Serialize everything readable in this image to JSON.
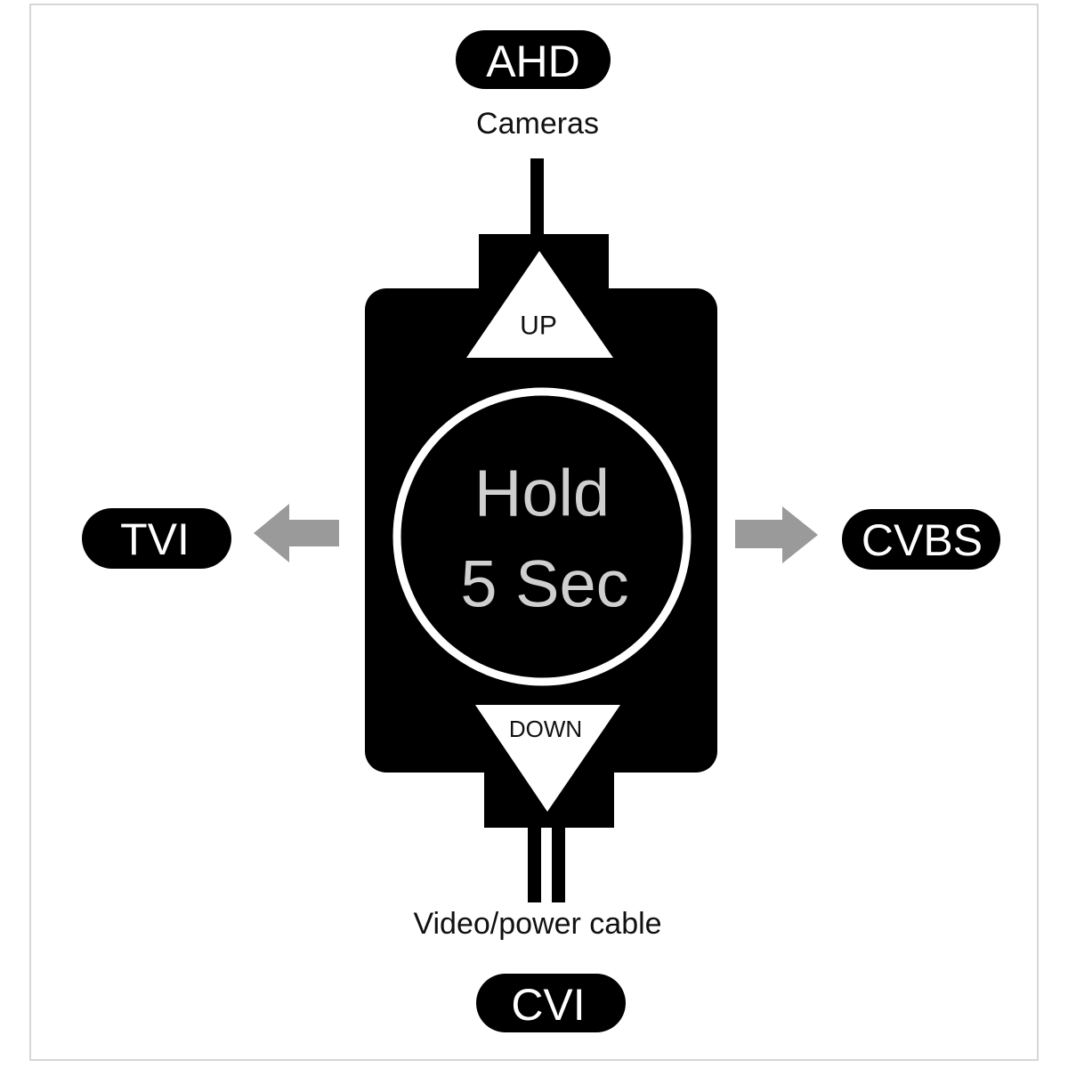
{
  "modes": {
    "top": "AHD",
    "left": "TVI",
    "right": "CVBS",
    "bottom": "CVI"
  },
  "captions": {
    "top": "Cameras",
    "bottom": "Video/power cable"
  },
  "buttons": {
    "up": "UP",
    "down": "DOWN"
  },
  "center": {
    "line1": "Hold",
    "line2": "5 Sec"
  },
  "colors": {
    "body": "#000000",
    "arrow": "#9a9a9a",
    "hold_text": "#cfcfcf",
    "frame": "#d6d6d6"
  },
  "icons": [
    "arrow-up-triangle-icon",
    "arrow-down-triangle-icon",
    "arrow-left-icon",
    "arrow-right-icon"
  ]
}
